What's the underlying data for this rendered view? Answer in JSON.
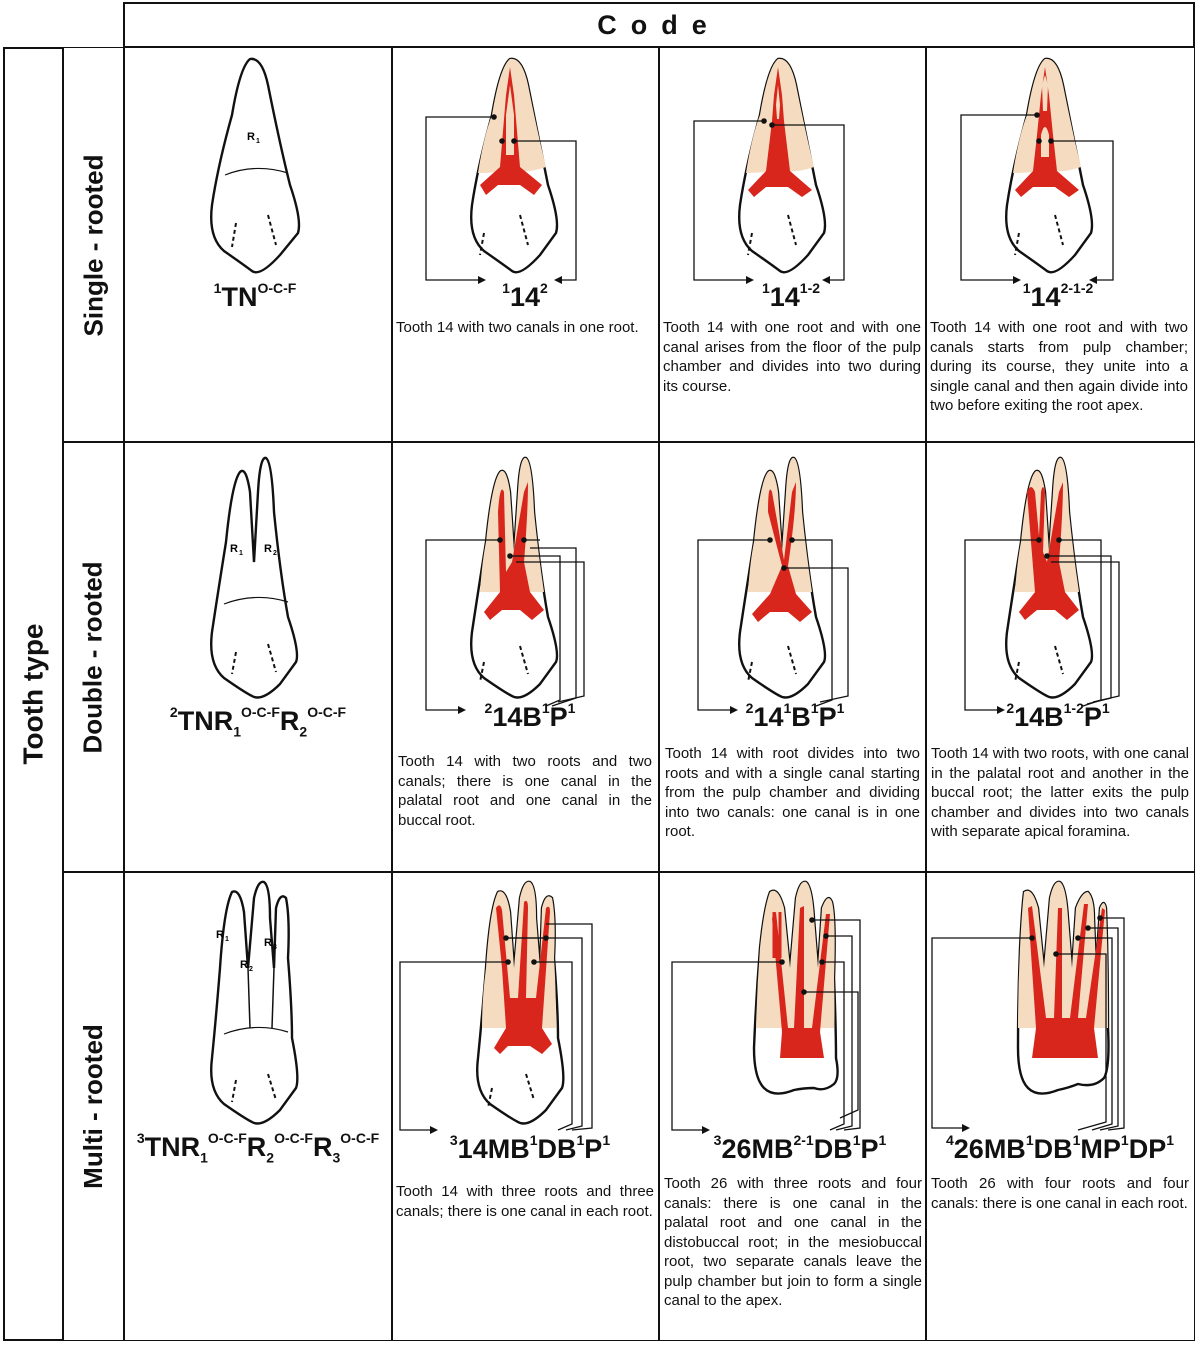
{
  "header": {
    "code": "Code",
    "tooth_type": "Tooth type"
  },
  "rows": [
    {
      "label": "Single - rooted",
      "base_code": {
        "pre": "1",
        "main": "TN",
        "sup": "O-C-F"
      },
      "root_labels": [
        "R1"
      ],
      "examples": [
        {
          "code": [
            [
              "1",
              ""
            ],
            [
              "",
              "14"
            ],
            [
              "2",
              ""
            ]
          ],
          "desc": "Tooth 14 with two canals in one root."
        },
        {
          "code": [
            [
              "1",
              ""
            ],
            [
              "",
              "14"
            ],
            [
              "1-2",
              ""
            ]
          ],
          "desc": "Tooth 14 with one root and with one canal arises from the floor of the pulp chamber and divides into two during its course."
        },
        {
          "code": [
            [
              "1",
              ""
            ],
            [
              "",
              "14"
            ],
            [
              "2-1-2",
              ""
            ]
          ],
          "desc": "Tooth 14 with one root and with two canals starts from pulp chamber; during its course, they unite into a single canal and then again divide into two before exiting the root apex."
        }
      ]
    },
    {
      "label": "Double - rooted",
      "base_code": {
        "pre": "2",
        "parts": [
          [
            "",
            "TNR"
          ],
          [
            "1",
            ""
          ],
          [
            "O-C-F",
            ""
          ],
          [
            "",
            "R"
          ],
          [
            "2",
            ""
          ],
          [
            "O-C-F",
            ""
          ]
        ]
      },
      "root_labels": [
        "R1",
        "R2"
      ],
      "examples": [
        {
          "code": [
            [
              "2",
              ""
            ],
            [
              "",
              "14B"
            ],
            [
              "1",
              ""
            ],
            [
              "",
              "P"
            ],
            [
              "1",
              ""
            ]
          ],
          "desc": "Tooth 14 with two roots and two canals; there is one canal in the palatal root and one canal in the buccal root."
        },
        {
          "code": [
            [
              "2",
              ""
            ],
            [
              "",
              "14"
            ],
            [
              "1",
              ""
            ],
            [
              "",
              "B"
            ],
            [
              "1",
              ""
            ],
            [
              "",
              "P"
            ],
            [
              "1",
              ""
            ]
          ],
          "desc": "Tooth 14 with root divides into two roots and with a single canal starting from the pulp chamber and dividing into two canals: one canal is in one root."
        },
        {
          "code": [
            [
              "2",
              ""
            ],
            [
              "",
              "14B"
            ],
            [
              "1-2",
              ""
            ],
            [
              "",
              "P"
            ],
            [
              "1",
              ""
            ]
          ],
          "desc": "Tooth 14 with two roots, with one canal in the palatal root and another in the buccal root; the latter exits the pulp chamber and divides into two canals with separate apical foramina."
        }
      ]
    },
    {
      "label": "Multi - rooted",
      "base_code": {
        "pre": "3",
        "parts": [
          [
            "",
            "TNR"
          ],
          [
            "1",
            ""
          ],
          [
            "O-C-F",
            ""
          ],
          [
            "",
            "R"
          ],
          [
            "2",
            ""
          ],
          [
            "O-C-F",
            ""
          ],
          [
            "",
            "R"
          ],
          [
            "3",
            ""
          ],
          [
            "O-C-F",
            ""
          ]
        ]
      },
      "root_labels": [
        "R1",
        "R2",
        "R3"
      ],
      "examples": [
        {
          "code": [
            [
              "3",
              ""
            ],
            [
              "",
              "14MB"
            ],
            [
              "1",
              ""
            ],
            [
              "",
              "DB"
            ],
            [
              "1",
              ""
            ],
            [
              "",
              "P"
            ],
            [
              "1",
              ""
            ]
          ],
          "desc": "Tooth 14 with three roots and three canals; there is one canal in each root."
        },
        {
          "code": [
            [
              "3",
              ""
            ],
            [
              "",
              "26MB"
            ],
            [
              "2-1",
              ""
            ],
            [
              "",
              "DB"
            ],
            [
              "1",
              ""
            ],
            [
              "",
              "P"
            ],
            [
              "1",
              ""
            ]
          ],
          "desc": "Tooth 26 with three roots and four canals: there is one canal in the palatal root and one canal in the distobuccal root; in the mesiobuccal root, two separate canals leave the pulp chamber but join to form a single canal to the apex."
        },
        {
          "code": [
            [
              "4",
              ""
            ],
            [
              "",
              "26MB"
            ],
            [
              "1",
              ""
            ],
            [
              "",
              "DB"
            ],
            [
              "1",
              ""
            ],
            [
              "",
              "MP"
            ],
            [
              "1",
              ""
            ],
            [
              "",
              "DP"
            ],
            [
              "1",
              ""
            ]
          ],
          "desc": "Tooth 26 with four roots and four canals: there is one canal in each root."
        }
      ]
    }
  ],
  "colors": {
    "pulp": "#d8261c",
    "dentin": "#f5dcc0",
    "line": "#111111"
  }
}
